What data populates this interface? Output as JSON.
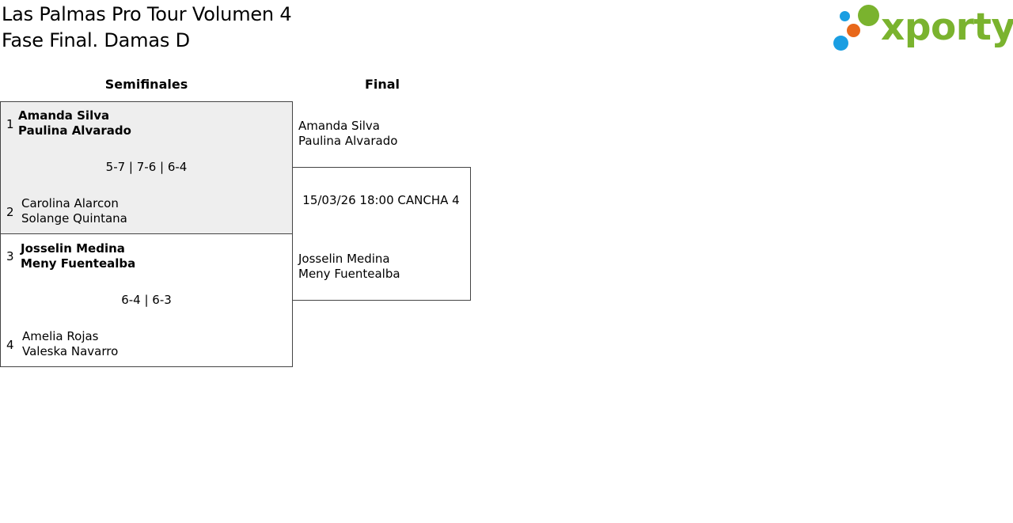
{
  "header": {
    "title_line1": "Las Palmas Pro Tour Volumen 4",
    "title_line2": "Fase Final. Damas D"
  },
  "logo": {
    "text": "xporty",
    "colors": {
      "green": "#7ab32e",
      "blue": "#1a9ee2",
      "orange": "#e8681a"
    }
  },
  "rounds": {
    "semifinal_label": "Semifinales",
    "final_label": "Final"
  },
  "semifinals": [
    {
      "team_a": {
        "seed": "1",
        "player1": "Amanda Silva",
        "player2": "Paulina Alvarado",
        "winner": true
      },
      "team_b": {
        "seed": "2",
        "player1": "Carolina Alarcon",
        "player2": "Solange Quintana",
        "winner": false
      },
      "score": "5-7 | 7-6 | 6-4"
    },
    {
      "team_a": {
        "seed": "3",
        "player1": "Josselin Medina",
        "player2": "Meny Fuentealba",
        "winner": true
      },
      "team_b": {
        "seed": "4",
        "player1": "Amelia Rojas",
        "player2": "Valeska Navarro",
        "winner": false
      },
      "score": "6-4 | 6-3"
    }
  ],
  "final": {
    "team_a": {
      "player1": "Amanda Silva",
      "player2": "Paulina Alvarado"
    },
    "team_b": {
      "player1": "Josselin Medina",
      "player2": "Meny Fuentealba"
    },
    "schedule": "15/03/26 18:00 CANCHA 4"
  }
}
